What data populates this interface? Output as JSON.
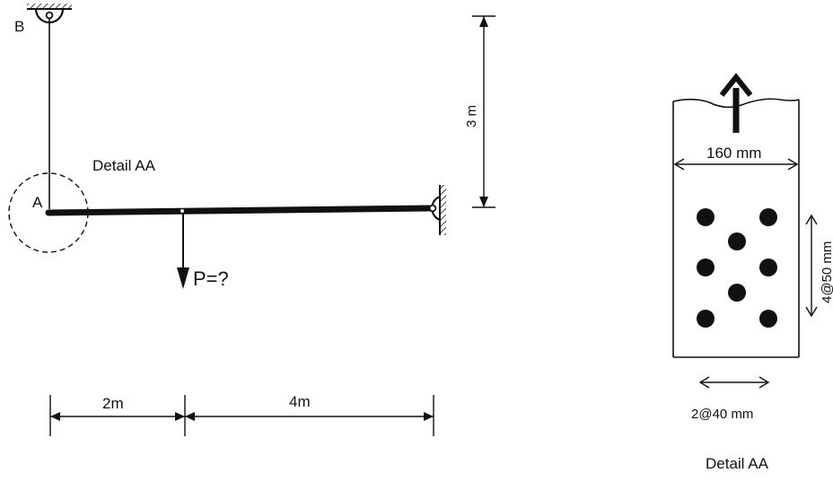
{
  "labels": {
    "support_b": "B",
    "point_a": "A",
    "detail_callout": "Detail AA",
    "load": "P=?",
    "height_dim": "3 m",
    "span_left": "2m",
    "span_right": "4m",
    "detail_width": "160 mm",
    "detail_vertical_spacing": "4@50 mm",
    "detail_horizontal_spacing": "2@40 mm",
    "detail_title": "Detail AA"
  },
  "colors": {
    "ink": "#111111",
    "background": "#ffffff"
  }
}
